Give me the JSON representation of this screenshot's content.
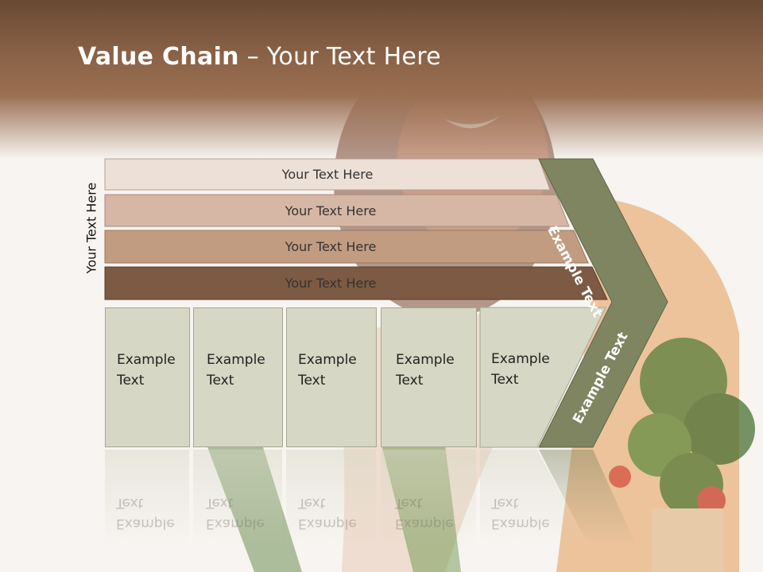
{
  "slide": {
    "title_bold": "Value Chain",
    "title_rest": " – Your Text Here",
    "side_label": "Your Text Here",
    "bars": [
      {
        "label": "Your Text Here",
        "color": "#ede0d6"
      },
      {
        "label": "Your Text Here",
        "color": "#d6b7a5"
      },
      {
        "label": "Your Text Here",
        "color": "#c29c81"
      },
      {
        "label": "Your Text Here",
        "color": "#7c5a43"
      }
    ],
    "boxes": [
      {
        "line1": "Example",
        "line2": "Text"
      },
      {
        "line1": "Example",
        "line2": "Text"
      },
      {
        "line1": "Example",
        "line2": "Text"
      },
      {
        "line1": "Example",
        "line2": "Text"
      },
      {
        "line1": "Example",
        "line2": "Text"
      }
    ],
    "chevron_upper_text": "Example Text",
    "chevron_lower_text": "Example Text",
    "chevron_color": "#7f8560",
    "box_color": "#d6d7c4"
  }
}
